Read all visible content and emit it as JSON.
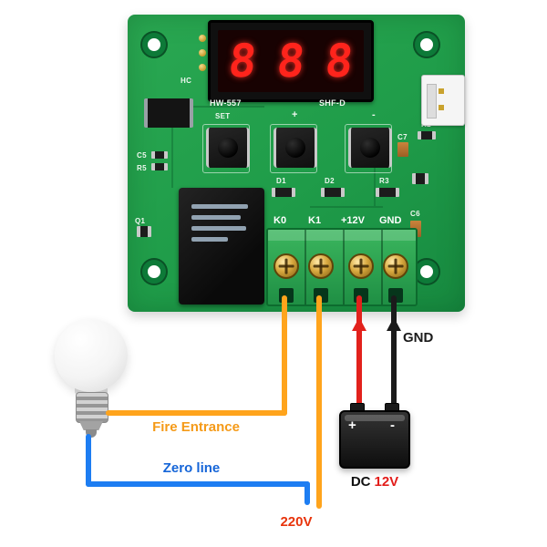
{
  "board": {
    "display": {
      "digits": [
        "8",
        "8",
        "8"
      ]
    },
    "silkscreen": {
      "hc": "HC",
      "model": "HW-557",
      "set": "SET",
      "plus": "+",
      "minus": "-",
      "shf": "SHF-D",
      "d1": "D1",
      "d2": "D2",
      "r3": "R3",
      "c7": "C7",
      "r2": "R2",
      "c6": "C6",
      "q1": "Q1",
      "c5": "C5",
      "r5": "R5"
    },
    "terminals": [
      "K0",
      "K1",
      "+12V",
      "GND"
    ]
  },
  "wiring": {
    "fire_entrance": "Fire Entrance",
    "zero_line": "Zero line",
    "mains": "220V",
    "ground": "GND"
  },
  "battery": {
    "plus": "+",
    "minus": "-",
    "dc": "DC",
    "voltage": "12V"
  },
  "colors": {
    "pcb_green": "#23a14d",
    "wire_orange": "#ffa41c",
    "wire_blue": "#1d7df2",
    "wire_red": "#e2211c",
    "wire_black": "#1b1b1b",
    "digit_red": "#ff241c",
    "label_orange": "#f59a18",
    "label_blue": "#1565d8",
    "label_red": "#e8340c"
  }
}
